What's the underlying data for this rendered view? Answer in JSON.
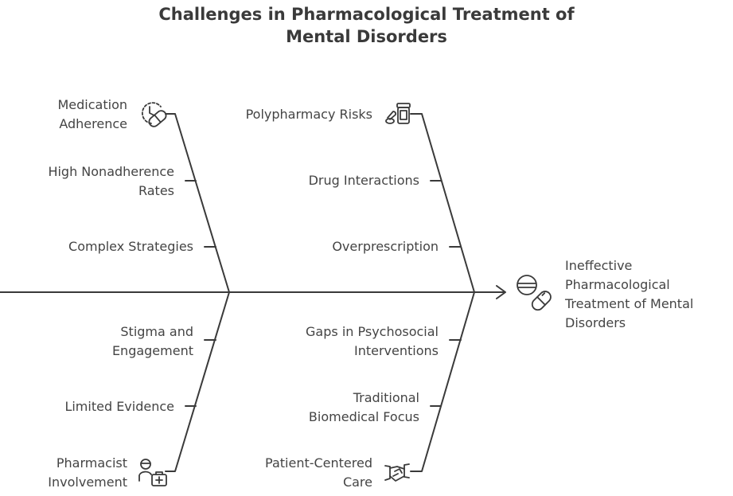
{
  "title": {
    "line1": "Challenges in Pharmacological Treatment of",
    "line2": "Mental Disorders"
  },
  "effect": {
    "lines": [
      "Ineffective",
      "Pharmacological",
      "Treatment of Mental",
      "Disorders"
    ],
    "icon": "pills-icon"
  },
  "branches": [
    {
      "id": "medication-adherence",
      "position": "top-left",
      "head": {
        "lines": [
          "Medication",
          "Adherence"
        ],
        "icon": "clock-pill-icon"
      },
      "causes": [
        {
          "lines": [
            "High Nonadherence",
            "Rates"
          ]
        },
        {
          "lines": [
            "Complex Strategies"
          ]
        }
      ]
    },
    {
      "id": "polypharmacy-risks",
      "position": "top-right",
      "head": {
        "lines": [
          "Polypharmacy Risks"
        ],
        "icon": "pill-bottle-icon"
      },
      "causes": [
        {
          "lines": [
            "Drug Interactions"
          ]
        },
        {
          "lines": [
            "Overprescription"
          ]
        }
      ]
    },
    {
      "id": "pharmacist-involvement",
      "position": "bottom-left",
      "head": {
        "lines": [
          "Pharmacist",
          "Involvement"
        ],
        "icon": "pharmacist-icon"
      },
      "causes": [
        {
          "lines": [
            "Stigma and",
            "Engagement"
          ]
        },
        {
          "lines": [
            "Limited Evidence"
          ]
        }
      ]
    },
    {
      "id": "patient-centered-care",
      "position": "bottom-right",
      "head": {
        "lines": [
          "Patient-Centered",
          "Care"
        ],
        "icon": "handshake-icon"
      },
      "causes": [
        {
          "lines": [
            "Gaps in Psychosocial",
            "Interventions"
          ]
        },
        {
          "lines": [
            "Traditional",
            "Biomedical Focus"
          ]
        }
      ]
    }
  ],
  "colors": {
    "line": "#3a3a3a",
    "text": "#444444"
  }
}
